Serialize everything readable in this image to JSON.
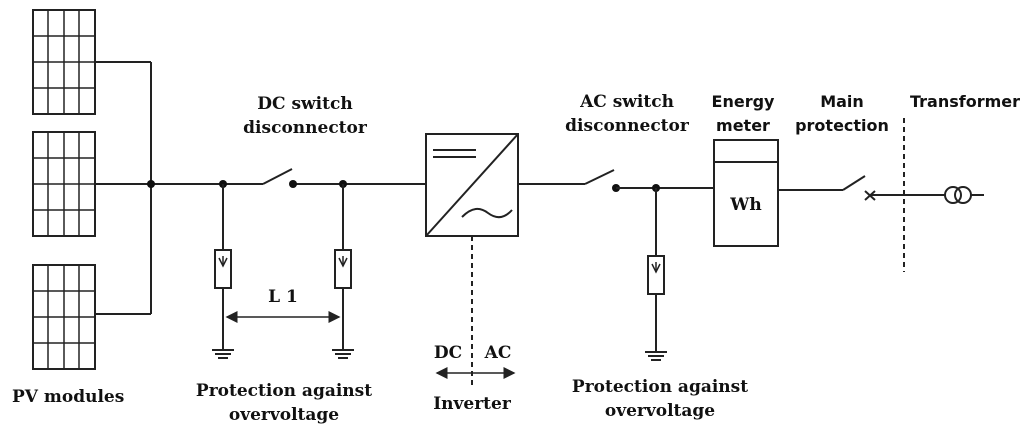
{
  "labels": {
    "pv_modules": "PV modules",
    "dc_switch_line1": "DC switch",
    "dc_switch_line2": "disconnector",
    "ac_switch_line1": "AC switch",
    "ac_switch_line2": "disconnector",
    "energy_meter_line1": "Energy",
    "energy_meter_line2": "meter",
    "main_protection_line1": "Main",
    "main_protection_line2": "protection",
    "transformer": "Transformer",
    "l1": "L 1",
    "wh": "Wh",
    "dc": "DC",
    "ac": "AC",
    "inverter": "Inverter",
    "protection_left_line1": "Protection against",
    "protection_left_line2": "overvoltage",
    "protection_right_line1": "Protection against",
    "protection_right_line2": "overvoltage"
  }
}
